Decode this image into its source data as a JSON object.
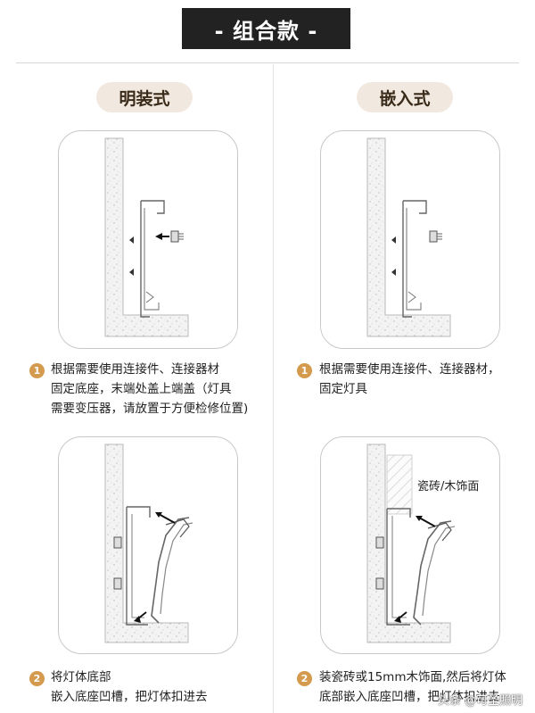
{
  "header": {
    "title": "- 组合款 -"
  },
  "columns": {
    "left_title": "明装式",
    "right_title": "嵌入式"
  },
  "steps": {
    "left_1": {
      "num": "1",
      "lines": [
        "根据需要使用连接件、连接器材",
        "固定底座，末端处盖上端盖（灯具",
        "需要变压器，请放置于方便检修位置)"
      ]
    },
    "right_1": {
      "num": "1",
      "lines": [
        "根据需要使用连接件、连接器材，",
        "固定灯具"
      ]
    },
    "left_2": {
      "num": "2",
      "lines": [
        "将灯体底部",
        "嵌入底座凹槽，把灯体扣进去"
      ]
    },
    "right_2": {
      "num": "2",
      "lines": [
        "装瓷砖或15mm木饰面,然后将灯体",
        "底部嵌入底座凹槽，把灯体扣进去"
      ]
    }
  },
  "diagram_labels": {
    "tile": "瓷砖/木饰面"
  },
  "watermark": "头条 @可圣照明",
  "colors": {
    "accent": "#d49a4e",
    "banner": "#222222",
    "pill": "#f1e9df"
  }
}
